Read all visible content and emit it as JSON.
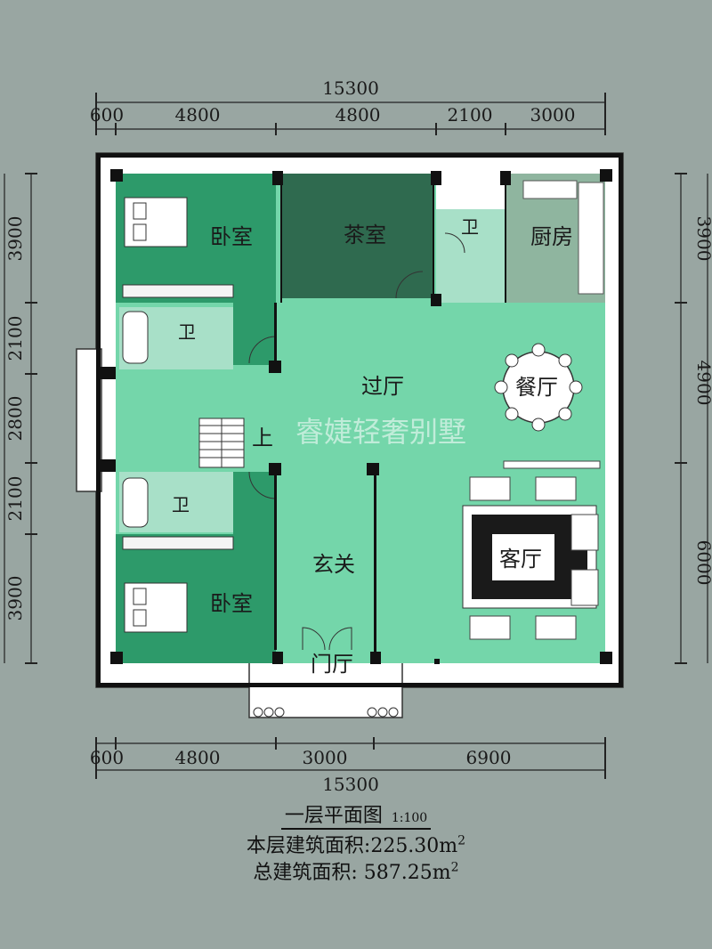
{
  "dimensions": {
    "top_total": "15300",
    "top_segments": [
      "600",
      "4800",
      "4800",
      "2100",
      "3000"
    ],
    "bottom_segments": [
      "600",
      "4800",
      "3000",
      "6900"
    ],
    "bottom_total": "15300",
    "left_segments": [
      "3900",
      "2100",
      "2800",
      "2100",
      "3900"
    ],
    "right_segments": [
      "3900",
      "4900",
      "6000"
    ],
    "right_total_partial": "1"
  },
  "rooms": {
    "bedroom_top": "卧室",
    "tea_room": "茶室",
    "bath_right": "卫",
    "kitchen": "厨房",
    "bath_top_left": "卫",
    "hall": "过厅",
    "dining": "餐厅",
    "stairs_up": "上",
    "bath_bottom_left": "卫",
    "living": "客厅",
    "foyer": "玄关",
    "bedroom_bottom": "卧室",
    "entrance": "门厅"
  },
  "watermark": "睿婕轻奢别墅",
  "caption": {
    "title": "一层平面图",
    "scale": "1:100",
    "floor_area_label": "本层建筑面积:225.30m",
    "total_area_label": "总建筑面积: 587.25m",
    "superscript": "2"
  },
  "colors": {
    "background": "#99a6a2",
    "room_dark": "#2d9a6a",
    "room_light": "#74d6aa",
    "tea_room": "#2f6a4f",
    "kitchen": "#8fb59f",
    "bath": "#a8e0c8"
  }
}
